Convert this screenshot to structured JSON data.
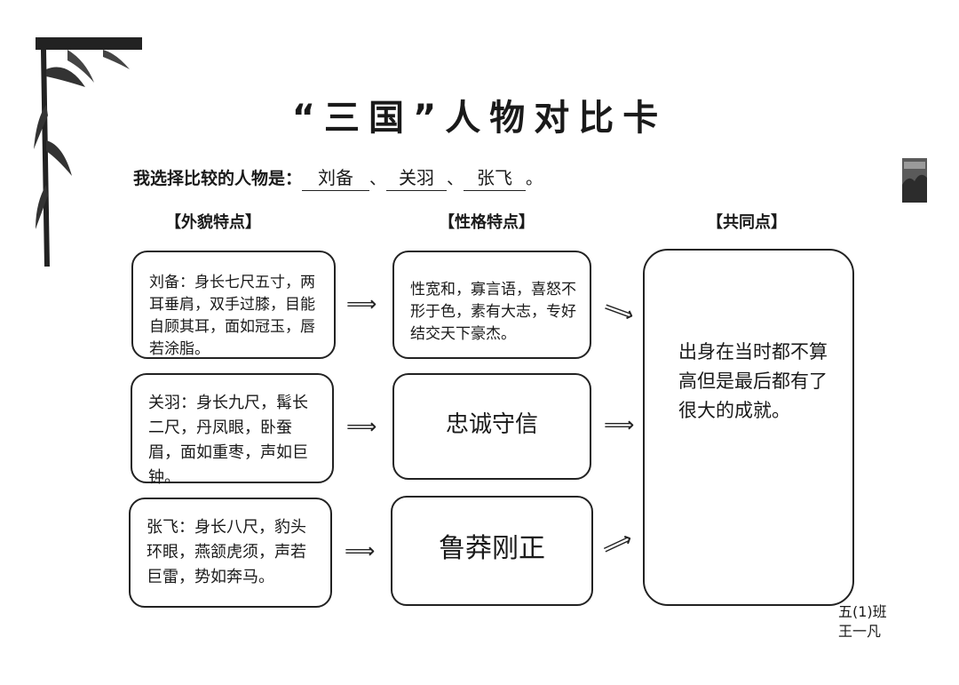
{
  "title": "“三国”人物对比卡",
  "chooser": {
    "prompt": "我选择比较的人物是：",
    "names": [
      "刘备",
      "关羽",
      "张飞"
    ],
    "sep": "、",
    "end": "。"
  },
  "headers": {
    "appearance": "【外貌特点】",
    "personality": "【性格特点】",
    "common": "【共同点】"
  },
  "appearance": [
    "刘备：身长七尺五寸，两耳垂肩，双手过膝，目能自顾其耳，面如冠玉，唇若涂脂。",
    "关羽：身长九尺，髯长二尺，丹凤眼，卧蚕眉，面如重枣，声如巨钟。",
    "张飞：身长八尺，豹头环眼，燕颔虎须，声若巨雷，势如奔马。"
  ],
  "personality": [
    "性宽和，寡言语，喜怒不形于色，素有大志，专好结交天下豪杰。",
    "忠诚守信",
    "鲁莽刚正"
  ],
  "common": "出身在当时都不算高但是最后都有了很大的成就。",
  "signature": {
    "class": "五(1)班",
    "name": "王一凡"
  },
  "colors": {
    "ink": "#1a1a1a",
    "paper": "#ffffff"
  }
}
